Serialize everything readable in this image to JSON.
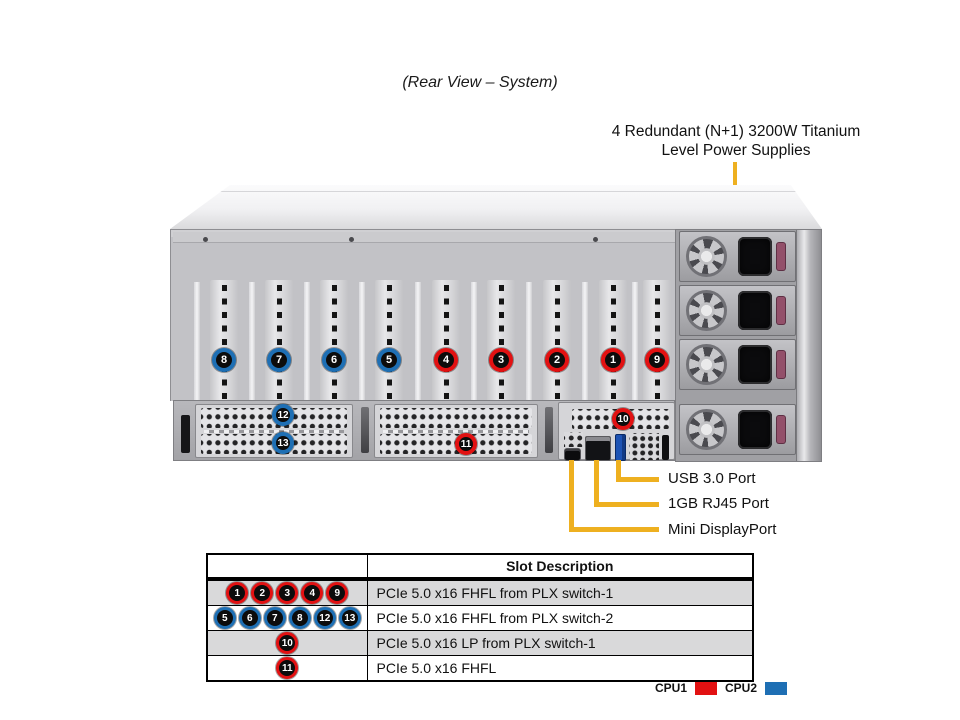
{
  "figure": {
    "title": "(Rear View – System)"
  },
  "psu_callout": {
    "line1": "4 Redundant (N+1) 3200W Titanium",
    "line2": "Level Power Supplies"
  },
  "port_callouts": {
    "usb": "USB 3.0 Port",
    "rj45": "1GB RJ45 Port",
    "mdp": "Mini DisplayPort"
  },
  "colors": {
    "cpu1_red": "#e21112",
    "cpu2_blue": "#1e6fb4",
    "callout_yellow": "#eeb020"
  },
  "rear_slots": [
    {
      "num": "8",
      "cpu": 2
    },
    {
      "num": "7",
      "cpu": 2
    },
    {
      "num": "6",
      "cpu": 2
    },
    {
      "num": "5",
      "cpu": 2
    },
    {
      "num": "4",
      "cpu": 1
    },
    {
      "num": "3",
      "cpu": 1
    },
    {
      "num": "2",
      "cpu": 1
    },
    {
      "num": "1",
      "cpu": 1
    },
    {
      "num": "9",
      "cpu": 1
    }
  ],
  "io_slots": [
    {
      "num": "12",
      "cpu": 2
    },
    {
      "num": "13",
      "cpu": 2
    },
    {
      "num": "11",
      "cpu": 1
    },
    {
      "num": "10",
      "cpu": 1
    }
  ],
  "table": {
    "header": "Slot Description",
    "rows": [
      {
        "badges": [
          "1",
          "2",
          "3",
          "4",
          "9"
        ],
        "cpu": 1,
        "desc": "PCIe 5.0 x16 FHFL from PLX switch-1",
        "shaded": true
      },
      {
        "badges": [
          "5",
          "6",
          "7",
          "8",
          "12",
          "13"
        ],
        "cpu": 2,
        "desc": "PCIe 5.0 x16 FHFL from PLX switch-2",
        "shaded": false
      },
      {
        "badges": [
          "10"
        ],
        "cpu": 1,
        "desc": "PCIe 5.0 x16 LP from PLX switch-1",
        "shaded": true
      },
      {
        "badges": [
          "11"
        ],
        "cpu": 1,
        "desc": "PCIe 5.0 x16 FHFL",
        "shaded": false
      }
    ]
  },
  "legend": {
    "cpu1": "CPU1",
    "cpu2": "CPU2"
  }
}
